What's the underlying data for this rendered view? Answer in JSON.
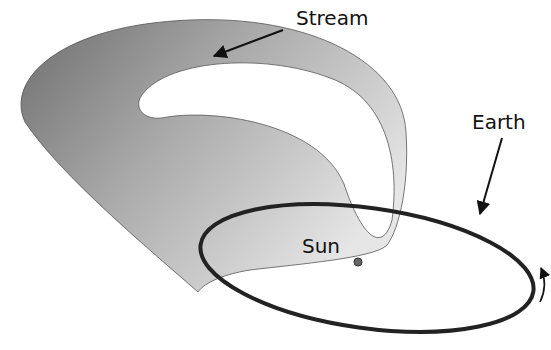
{
  "diagram": {
    "labels": [
      "Stream",
      "Earth",
      "Sun"
    ]
  }
}
